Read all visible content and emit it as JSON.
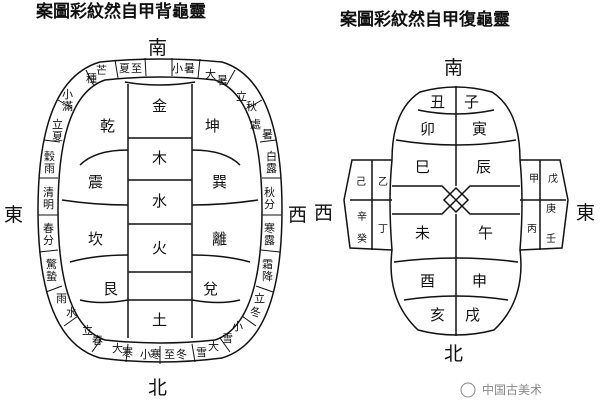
{
  "left": {
    "title": "案圖彩紋然自甲背龜靈",
    "south": "南",
    "north": "北",
    "east": "東",
    "west": "西",
    "cells": [
      "乾",
      "金",
      "坤",
      "木",
      "震",
      "巽",
      "水",
      "坎",
      "離",
      "火",
      "艮",
      "兌",
      "土"
    ],
    "terms": [
      "種",
      "芒",
      "夏",
      "至",
      "小",
      "暑",
      "大",
      "暑",
      "立",
      "秋",
      "處",
      "暑",
      "白",
      "露",
      "秋",
      "分",
      "寒",
      "露",
      "霜",
      "降",
      "立",
      "冬",
      "小",
      "雪",
      "大",
      "雪",
      "冬",
      "至",
      "小",
      "寒",
      "大",
      "寒",
      "立",
      "春",
      "雨",
      "水",
      "驚",
      "蟄",
      "春",
      "分",
      "清",
      "明",
      "穀",
      "雨",
      "立",
      "夏",
      "小",
      "滿"
    ]
  },
  "right": {
    "title": "案圖彩紋然自甲復龜靈",
    "south": "南",
    "north": "北",
    "east": "東",
    "west": "西",
    "cells": [
      "丑",
      "子",
      "卯",
      "寅",
      "巳",
      "辰",
      "未",
      "午",
      "酉",
      "申",
      "亥",
      "戌",
      "己",
      "乙",
      "辛",
      "癸",
      "甲",
      "戊",
      "庚",
      "丙",
      "壬",
      "丁"
    ]
  },
  "watermark": "中国古美术"
}
